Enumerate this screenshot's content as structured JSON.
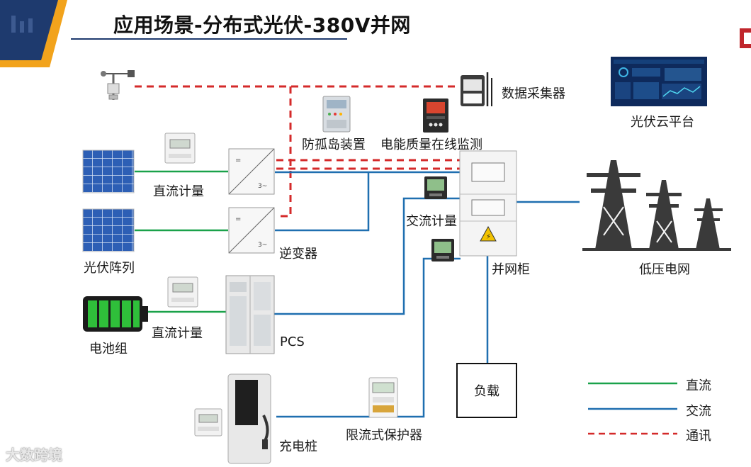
{
  "title": "应用场景-分布式光伏-380V并网",
  "colors": {
    "dc": "#1aa24a",
    "ac": "#1f6fb0",
    "comm": "#d42a2a",
    "brand": "#1e3a6e",
    "accent": "#f2a31c"
  },
  "labels": {
    "data_collector": "数据采集器",
    "pv_cloud": "光伏云平台",
    "anti_islanding": "防孤岛装置",
    "power_quality": "电能质量在线监测",
    "dc_meter_1": "直流计量",
    "pv_array": "光伏阵列",
    "inverter": "逆变器",
    "ac_meter": "交流计量",
    "grid_cabinet": "并网柜",
    "low_voltage_grid": "低压电网",
    "battery": "电池组",
    "dc_meter_2": "直流计量",
    "pcs": "PCS",
    "charger": "充电桩",
    "limiter": "限流式保护器",
    "load": "负载"
  },
  "legend": [
    {
      "name": "直流",
      "color": "#1aa24a",
      "style": "solid"
    },
    {
      "name": "交流",
      "color": "#1f6fb0",
      "style": "solid"
    },
    {
      "name": "通讯",
      "color": "#d42a2a",
      "style": "dashed"
    }
  ],
  "watermark": "大数跨境"
}
